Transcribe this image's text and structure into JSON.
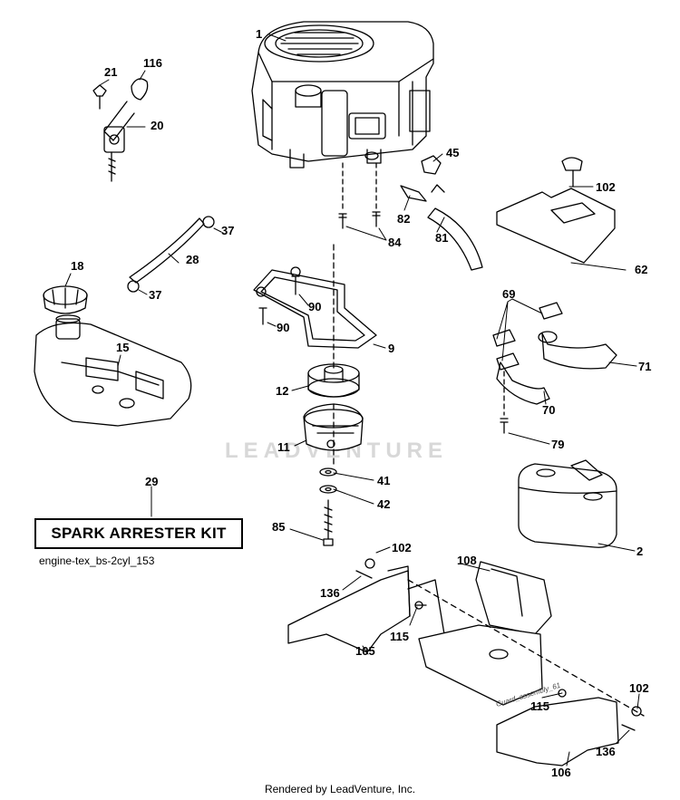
{
  "watermark": "LEADVENTURE",
  "kit_label": "SPARK ARRESTER KIT",
  "kit_number": "29",
  "engine_tag": "engine-tex_bs-2cyl_153",
  "guard_tag": "Guard_assembly_61",
  "footer": "Rendered by LeadVenture, Inc.",
  "callouts": {
    "c1": "1",
    "c21": "21",
    "c116": "116",
    "c20": "20",
    "c45": "45",
    "c82": "82",
    "c84": "84",
    "c81": "81",
    "c102a": "102",
    "c62": "62",
    "c37a": "37",
    "c28": "28",
    "c37b": "37",
    "c18": "18",
    "c90a": "90",
    "c90b": "90",
    "c9": "9",
    "c69": "69",
    "c15": "15",
    "c12": "12",
    "c71": "71",
    "c70": "70",
    "c11": "11",
    "c41": "41",
    "c79": "79",
    "c42": "42",
    "c85": "85",
    "c102b": "102",
    "c2": "2",
    "c108": "108",
    "c136a": "136",
    "c115a": "115",
    "c105": "105",
    "c115b": "115",
    "c102c": "102",
    "c136b": "136",
    "c106": "106"
  }
}
